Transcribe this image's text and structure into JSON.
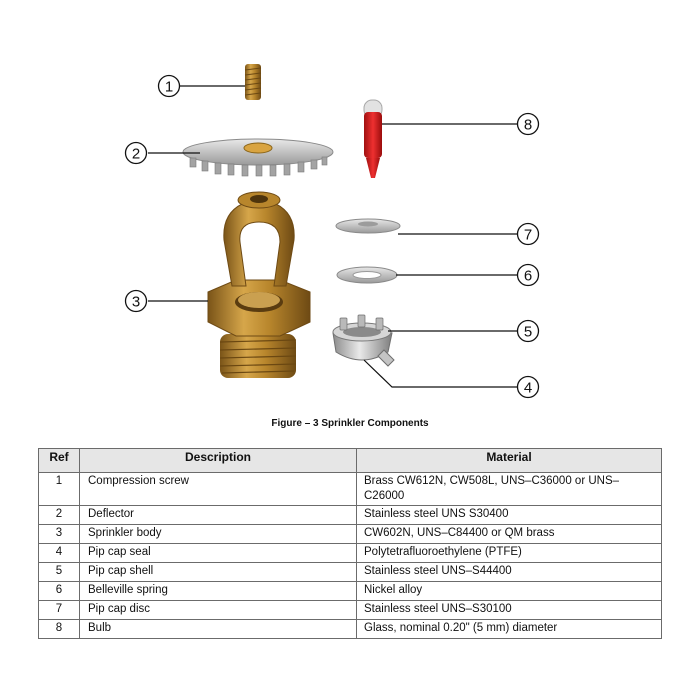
{
  "figure": {
    "callouts": [
      "1",
      "2",
      "3",
      "4",
      "5",
      "6",
      "7",
      "8"
    ],
    "caption": "Figure – 3 Sprinkler Components"
  },
  "table": {
    "headers": {
      "ref": "Ref",
      "description": "Description",
      "material": "Material"
    },
    "rows": [
      {
        "ref": "1",
        "description": "Compression screw",
        "material": "Brass CW612N, CW508L, UNS–C36000 or UNS–C26000"
      },
      {
        "ref": "2",
        "description": "Deflector",
        "material": "Stainless steel UNS S30400"
      },
      {
        "ref": "3",
        "description": "Sprinkler body",
        "material": "CW602N, UNS–C84400 or QM brass"
      },
      {
        "ref": "4",
        "description": "Pip cap seal",
        "material": "Polytetrafluoroethylene (PTFE)"
      },
      {
        "ref": "5",
        "description": "Pip cap shell",
        "material": "Stainless steel UNS–S44400"
      },
      {
        "ref": "6",
        "description": "Belleville spring",
        "material": "Nickel alloy"
      },
      {
        "ref": "7",
        "description": "Pip cap disc",
        "material": "Stainless steel UNS–S30100"
      },
      {
        "ref": "8",
        "description": "Bulb",
        "material": "Glass, nominal 0.20\" (5 mm) diameter"
      }
    ]
  },
  "colors": {
    "brass": "#b8862c",
    "steel": "#c9c9c9",
    "bulb_liquid": "#d42020",
    "callout_line": "#111111"
  }
}
